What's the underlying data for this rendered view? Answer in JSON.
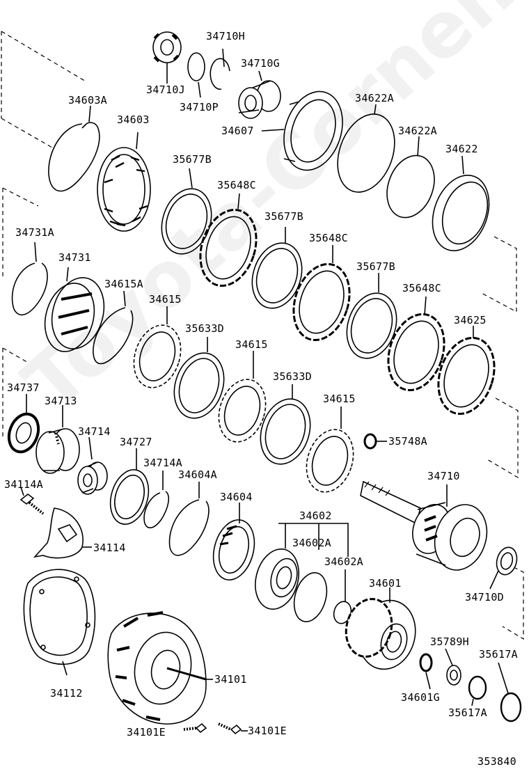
{
  "watermark": "Toyota-Corner.ru",
  "diagram_id": "353840",
  "labels": {
    "l_34710H": "34710H",
    "l_34710G": "34710G",
    "l_34710J": "34710J",
    "l_34710P": "34710P",
    "l_34603A": "34603A",
    "l_34603": "34603",
    "l_34622A_1": "34622A",
    "l_34622A_2": "34622A",
    "l_34607": "34607",
    "l_34622": "34622",
    "l_35677B_1": "35677B",
    "l_35648C_1": "35648C",
    "l_35677B_2": "35677B",
    "l_35648C_2": "35648C",
    "l_35677B_3": "35677B",
    "l_35648C_3": "35648C",
    "l_34731A": "34731A",
    "l_34731": "34731",
    "l_34615A": "34615A",
    "l_34615_1": "34615",
    "l_35633D_1": "35633D",
    "l_34615_2": "34615",
    "l_35633D_2": "35633D",
    "l_34615_3": "34615",
    "l_34625": "34625",
    "l_34737": "34737",
    "l_34713": "34713",
    "l_34714": "34714",
    "l_34727": "34727",
    "l_35748A": "35748A",
    "l_34714A": "34714A",
    "l_34604A": "34604A",
    "l_34604": "34604",
    "l_34602": "34602",
    "l_34602A_1": "34602A",
    "l_34602A_2": "34602A",
    "l_34710": "34710",
    "l_34114A": "34114A",
    "l_34114": "34114",
    "l_34601": "34601",
    "l_34710D": "34710D",
    "l_35789H": "35789H",
    "l_35617A_1": "35617A",
    "l_35617A_2": "35617A",
    "l_34601G": "34601G",
    "l_34112": "34112",
    "l_34101": "34101",
    "l_34101E_1": "34101E",
    "l_34101E_2": "34101E"
  }
}
